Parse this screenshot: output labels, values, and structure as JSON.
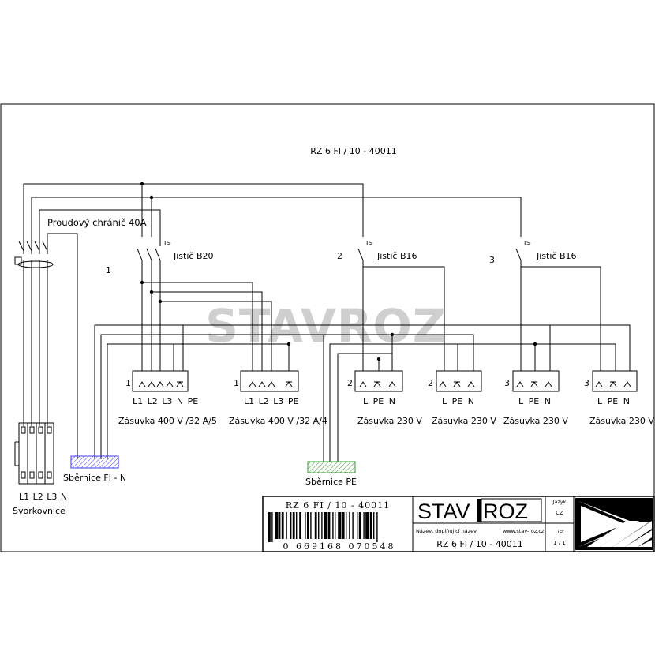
{
  "drawing": {
    "title": "RZ 6 FI / 10 - 40011",
    "watermark": "STAVROZ"
  },
  "rcd": {
    "label": "Proudový chránič 40A"
  },
  "breakers": [
    {
      "number": "1",
      "label": "Jistič B20",
      "trip_mark": "I>"
    },
    {
      "number": "2",
      "label": "Jistič B16",
      "trip_mark": "I>"
    },
    {
      "number": "3",
      "label": "Jistič B16",
      "trip_mark": "I>"
    }
  ],
  "sockets": [
    {
      "circuit": "1",
      "terminals": "L1 L2 L3 N PE",
      "label": "Zásuvka 400 V /32 A/5"
    },
    {
      "circuit": "1",
      "terminals": "L1 L2 L3  PE",
      "label": "Zásuvka 400 V /32 A/4"
    },
    {
      "circuit": "2",
      "terminals": "L  PE  N",
      "label": "Zásuvka 230 V"
    },
    {
      "circuit": "2",
      "terminals": "L  PE  N",
      "label": "Zásuvka 230 V"
    },
    {
      "circuit": "3",
      "terminals": "L  PE  N",
      "label": "Zásuvka 230 V"
    },
    {
      "circuit": "3",
      "terminals": "L  PE  N",
      "label": "Zásuvka 230 V"
    }
  ],
  "busbars": {
    "n_label": "Sběrnice FI - N",
    "pe_label": "Sběrnice PE",
    "n_color": "#3c3cff",
    "pe_color": "#2e9e2e"
  },
  "terminal_block": {
    "terminals": "L1 L2 L3 N",
    "label": "Svorkovnice"
  },
  "title_block": {
    "barcode_caption": "RZ 6 FI / 10 - 40011",
    "barcode_digits": "0 669168 070548",
    "logo_left": "STAV",
    "logo_right": "ROZ",
    "name_caption": "Název, doplňující název",
    "website": "www.stav-roz.cz",
    "name_value": "RZ 6 FI / 10 - 40011",
    "language_caption": "Jazyk",
    "language_value": "CZ",
    "sheet_caption": "List",
    "sheet_value": "1 / 1"
  }
}
